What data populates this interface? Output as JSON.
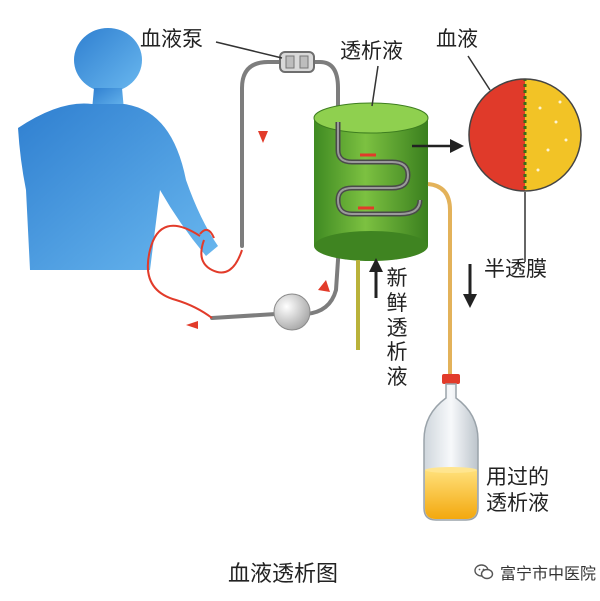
{
  "labels": {
    "blood_pump": "血液泵",
    "dialysate": "透析液",
    "blood": "血液",
    "semipermeable_membrane": "半透膜",
    "fresh_dialysate": "新鲜透析液",
    "used_dialysate": "用过的\n透析液"
  },
  "caption": "血液透析图",
  "watermark": {
    "text": "富宁市中医院",
    "icon": "wechat-icon"
  },
  "colors": {
    "body": "#3b8fd8",
    "blood": "#e03a2a",
    "dialysate_fresh": "#f2c326",
    "dialyzer": "#4f9a2b",
    "tube": "#7a7a7a",
    "arrow": "#222222"
  }
}
